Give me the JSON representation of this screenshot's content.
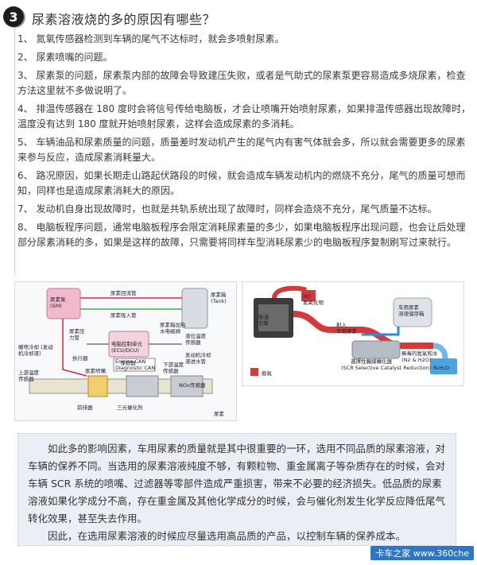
{
  "header": {
    "number": "3",
    "title": "尿素溶液烧的多的原因有哪些？"
  },
  "reasons": [
    "1、 氮氧传感器检测到车辆的尾气不达标时，就会多喷射尿素。",
    "2、 尿素喷嘴的问题。",
    "3、 尿素泵的问题，尿素泵内部的故障会导致建压失败，或者是气助式的尿素泵更容易造成多烧尿素，检查方法这里就不多做说明了。",
    "4、 排温传感器在 180 度时会将信号传给电脑板，才会让喷嘴开始喷射尿素，如果排温传感器出现故障时，温度没有达到 180 度就开始喷射尿素，这样会造成尿素的多消耗。",
    "5、 车辆油品和尿素质量的问题，质量差时发动机产生的尾气内有害气体就会多，所以就会需要更多的尿素来参与反应，造成尿素消耗量大。",
    "6、 路况原因，如果长期走山路起伏路段的时候，就会造成车辆发动机内的燃烧不充分，尾气的质量可想而知，同样也是造成尿素消耗大的原因。",
    "7、 发动机自身出现故障时，也就是共轨系统出现了故障时，同样会造烧不充分，尾气质量不达标。",
    "8、 电脑板程序问题，通常电脑板程序会限定消耗尿素量的多少，如果电脑板程序出现问题，也会让后处理部分尿素消耗的多，如果是这样的故障，只需要将同样车型消耗尿素少的电脑板程序复制刷写过来就行。"
  ],
  "diagram_left": {
    "labels": {
      "pump": "尿素泵\n(SM)",
      "tank": "尿素箱\n(Tank)",
      "return": "尿素回流管",
      "suction": "尿素吸入管",
      "heater": "尿素箱加热\n水电磁阀",
      "level": "液位温度\n传感器",
      "ecu": "电脑控制单元\n(ECU/DCU)",
      "pressure": "尿素压\n力管",
      "actuator": "执行器",
      "sensor": "传感器",
      "coolant_in": "发动机冷却\n液进水管",
      "coolant": "暖喷冷却 (发动\n机冷却液)",
      "temp_up": "上游温度\n传感器",
      "nozzle": "尿素喷嘴",
      "engine_can": "Engine CAN",
      "diag_can": "Diagnostic CAN",
      "temp_down": "下游温度\n传感器",
      "nox": "NOx传感器",
      "front_mixer": "前排器",
      "catalyst": "三元催化剂",
      "tag": "尿素"
    }
  },
  "diagram_right": {
    "labels": {
      "nox_in": "NO\n氮氧化物",
      "tank_r": "车用尿素\n溶液储存箱",
      "engine_r": "柴油\n引擎",
      "inject": "射入\n车用尿素",
      "scr": "選擇性觸媒轉化器",
      "scr_en": "(SCR Selective Catalyst Reduction)",
      "clean": "無毒的氮氣和水\n(N2 & H2O)",
      "legend": "廢氣",
      "logo": "N₂H₂O"
    }
  },
  "summary": {
    "para1": "如此多的影响因素，车用尿素的质量就是其中很重要的一环，选用不同品质的尿素溶液，对车辆的保养不同。当选用的尿素溶液纯度不够，有颗粒物、重金属离子等杂质存在的时候，会对车辆 SCR 系统的喷嘴、过滤器等零部件造成严重损害，带来不必要的经济损失。低品质的尿素溶液如果化学成分不高，存在重金属及其他化学成分的时候，会与催化剂发生化学反应降低尾气转化效果，甚至失去作用。",
    "para2": "因此，在选用尿素溶液的时候应尽量选用高品质的产品，以控制车辆的保养成本。"
  },
  "watermark": "卡车之家 www.360che"
}
